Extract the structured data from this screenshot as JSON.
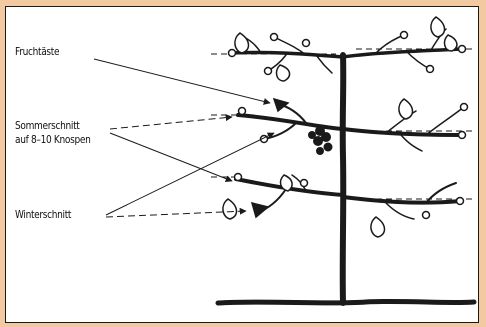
{
  "labels": {
    "fruit_branches": "Fruchtäste",
    "summer_pruning_line1": "Sommerschnitt",
    "summer_pruning_line2": "auf 8–10 Knospen",
    "winter_pruning": "Winterschnitt"
  },
  "colors": {
    "background": "#f2c9a0",
    "panel": "#ffffff",
    "ink": "#1a1a1a"
  }
}
